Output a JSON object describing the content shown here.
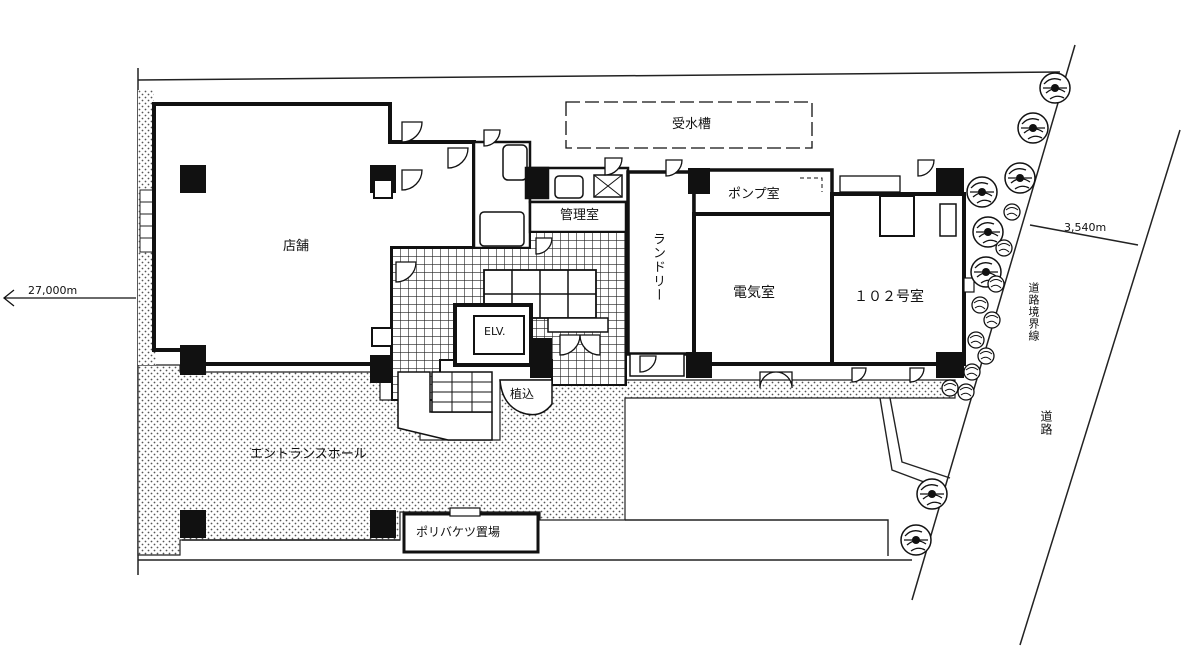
{
  "rooms": {
    "water_tank": "受水槽",
    "shop": "店舗",
    "management": "管理室",
    "pump_room": "ポンプ室",
    "laundry": "ランドリー",
    "electric_room": "電気室",
    "unit_102": "１０２号室",
    "elevator": "ELV.",
    "planting": "植込",
    "entrance_hall": "エントランスホール",
    "garbage_area": "ポリバケツ置場"
  },
  "annotations": {
    "left_distance": "27,000m",
    "right_distance": "3,540m",
    "road_boundary": "道路境界線",
    "road": "道路"
  }
}
